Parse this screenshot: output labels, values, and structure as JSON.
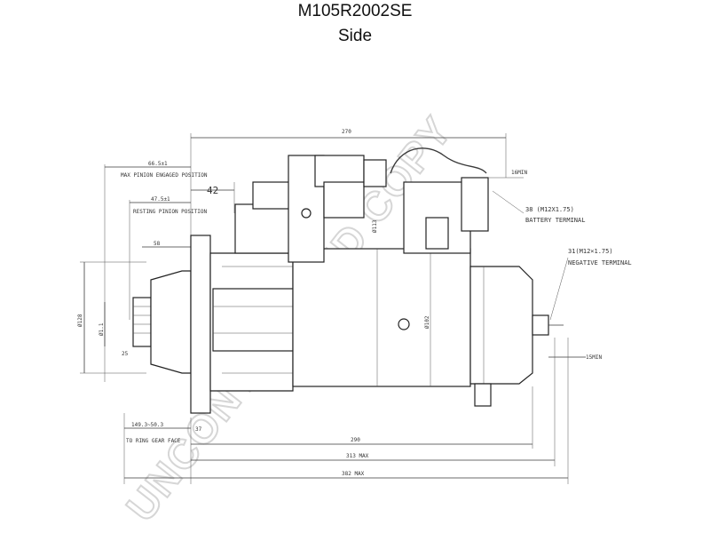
{
  "header": {
    "part_number": "M105R2002SE",
    "view": "Side"
  },
  "dimensions": {
    "overall_top": "270",
    "max_pinion_label": "MAX PINION ENGAGED POSITION",
    "max_pinion_value": "66.5±1",
    "resting_pinion_label": "RESTING PINION POSITION",
    "resting_pinion_value": "47.5±1",
    "gap_42": "42",
    "mounting_58": "58",
    "flange_dia": "Ø128",
    "pinion_dia": "Ø1.1",
    "terminal_16": "16MIN",
    "terminal_dia": "Ø113",
    "body_dia": "Ø102",
    "battery_terminal_value": "38 (M12X1.75)",
    "battery_terminal_label": "BATTERY TERMINAL",
    "negative_terminal_value": "31(M12×1.75)",
    "negative_terminal_label": "NEGATIVE TERMINAL",
    "neg_15": "15MIN",
    "pinion_travel": "149.3~50.3",
    "ring_gear_label": "TO RING GEAR FACE",
    "small_37": "37",
    "length_290": "290",
    "max_313": "313 MAX",
    "max_382": "382 MAX"
  },
  "watermark": {
    "text": "UNCONTROLLED COPY"
  }
}
